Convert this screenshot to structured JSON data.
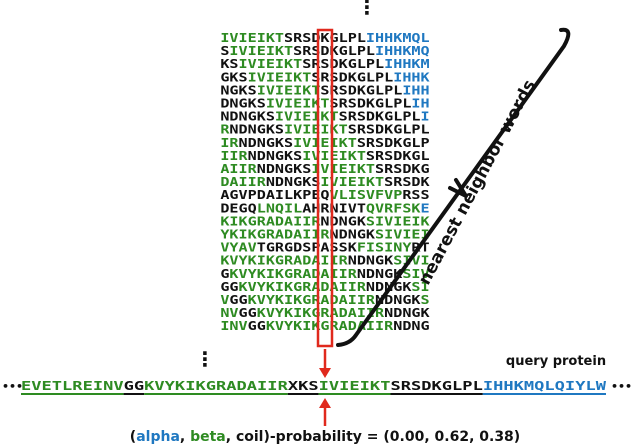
{
  "colors": {
    "beta": "#2e8b22",
    "alpha": "#1f78c1",
    "coil": "#111111",
    "highlight": "#e0291d"
  },
  "neighbor_rows": [
    {
      "text": "IVIEIKTSRSDKGLPLIHHKMQL",
      "structure": "EEEEEEECCCCCCCCCHHHHHHH"
    },
    {
      "text": "SIVIEIKTSRSDKGLPLIHHKMQ",
      "structure": "CEEEEEEECCCCCCCCCHHHHHH"
    },
    {
      "text": "KSIVIEIKTSRSDKGLPLIHHKM",
      "structure": "CCEEEEEEECCCCCCCCCHHHHH"
    },
    {
      "text": "GKSIVIEIKTSRSDKGLPLIHHK",
      "structure": "CCCEEEEEEECCCCCCCCCHHHH"
    },
    {
      "text": "NGKSIVIEIKTSRSDKGLPLIHH",
      "structure": "CCCCEEEEEEECCCCCCCCCHHH"
    },
    {
      "text": "DNGKSIVIEIKTSRSDKGLPLIH",
      "structure": "CCCCCEEEEEEECCCCCCCCCHH"
    },
    {
      "text": "NDNGKSIVIEIKTSRSDKGLPLI",
      "structure": "CCCCCCEEEEEEECCCCCCCCCH"
    },
    {
      "text": "RNDNGKSIVIEIKTSRSDKGLPL",
      "structure": "ECCCCCCEEEEEEECCCCCCCCC"
    },
    {
      "text": "IRNDNGKSIVIEIKTSRSDKGLP",
      "structure": "EECCCCCCEEEEEEECCCCCCCC"
    },
    {
      "text": "IIRNDNGKSIVIEIKTSRSDKGL",
      "structure": "EEECCCCCCEEEEEEECCCCCCC"
    },
    {
      "text": "AIIRNDNGKSIVIEIKTSRSDKG",
      "structure": "EEEECCCCCCEEEEEEECCCCCC"
    },
    {
      "text": "DAIIRNDNGKSIVIEIKTSRSDK",
      "structure": "EEEEECCCCCCEEEEEEECCCCC"
    },
    {
      "text": "AGVPDAILKPEQVLISVFVPRSS",
      "structure": "CCCCCCCCCCCCEEEEEEEECCC"
    },
    {
      "text": "DEGQLNQILAHRNIVTQVRFSKE",
      "structure": "CCCCEEEEECCCCCCCEEEEEEH"
    },
    {
      "text": "KIKGRADAIIRNDNGKSIVIEIK",
      "structure": "EEEEEEEEEEECCCCCEEEEEEE"
    },
    {
      "text": "YKIKGRADAIIRNDNGKSIVIEI",
      "structure": "EEEEEEEEEEEECCCCCEEEEEE"
    },
    {
      "text": "VYAVTGRGDSPASSKFISINYRT",
      "structure": "EEEECCCCCCCCCCCEEEEEECC"
    },
    {
      "text": "KVYKIKGRADAIIRNDNGKSIVI",
      "structure": "EEEEEEEEEEEEEECCCCCEEEE"
    },
    {
      "text": "GKVYKIKGRADAIIRNDNGKSIV",
      "structure": "CEEEEEEEEEEEEEECCCCCEEE"
    },
    {
      "text": "GGKVYKIKGRADAIIRNDNGKSI",
      "structure": "CCEEEEEEEEEEEEEECCCCCEE"
    },
    {
      "text": "VGGKVYKIKGRADAIIRNDNGKS",
      "structure": "ECCEEEEEEEEEEEEEECCCCCE"
    },
    {
      "text": "NVGGKVYKIKGRADAIIRNDNGK",
      "structure": "EECCEEEEEEEEEEEEEECCCCC"
    },
    {
      "text": "INVGGKVYKIKGRADAIIRNDNG",
      "structure": "EEECCEEEEEEEEEEEEEECCCC"
    }
  ],
  "query": {
    "left_ellipsis": "•••",
    "right_ellipsis": "•••",
    "text": "EVETLREINVGGKVYKIKGRADAIIRXKSIVIEIKTSRSDKGLPLIHHKMQLQIYLW",
    "structure": "EEEEEEEEEECCEEEEEEEEEEEEEECCCEEEEEEECCCCCCCCCHHHHHHHHHHHH",
    "label": "query protein"
  },
  "bracket_label": "nearest neighbor words",
  "probability": {
    "open": "(",
    "alpha_word": "alpha",
    "sep1": ", ",
    "beta_word": "beta",
    "rest": ", coil)-probability = (0.00, 0.62, 0.38)"
  },
  "top_ellipsis": "⋮",
  "bottom_ellipsis": "⋮"
}
